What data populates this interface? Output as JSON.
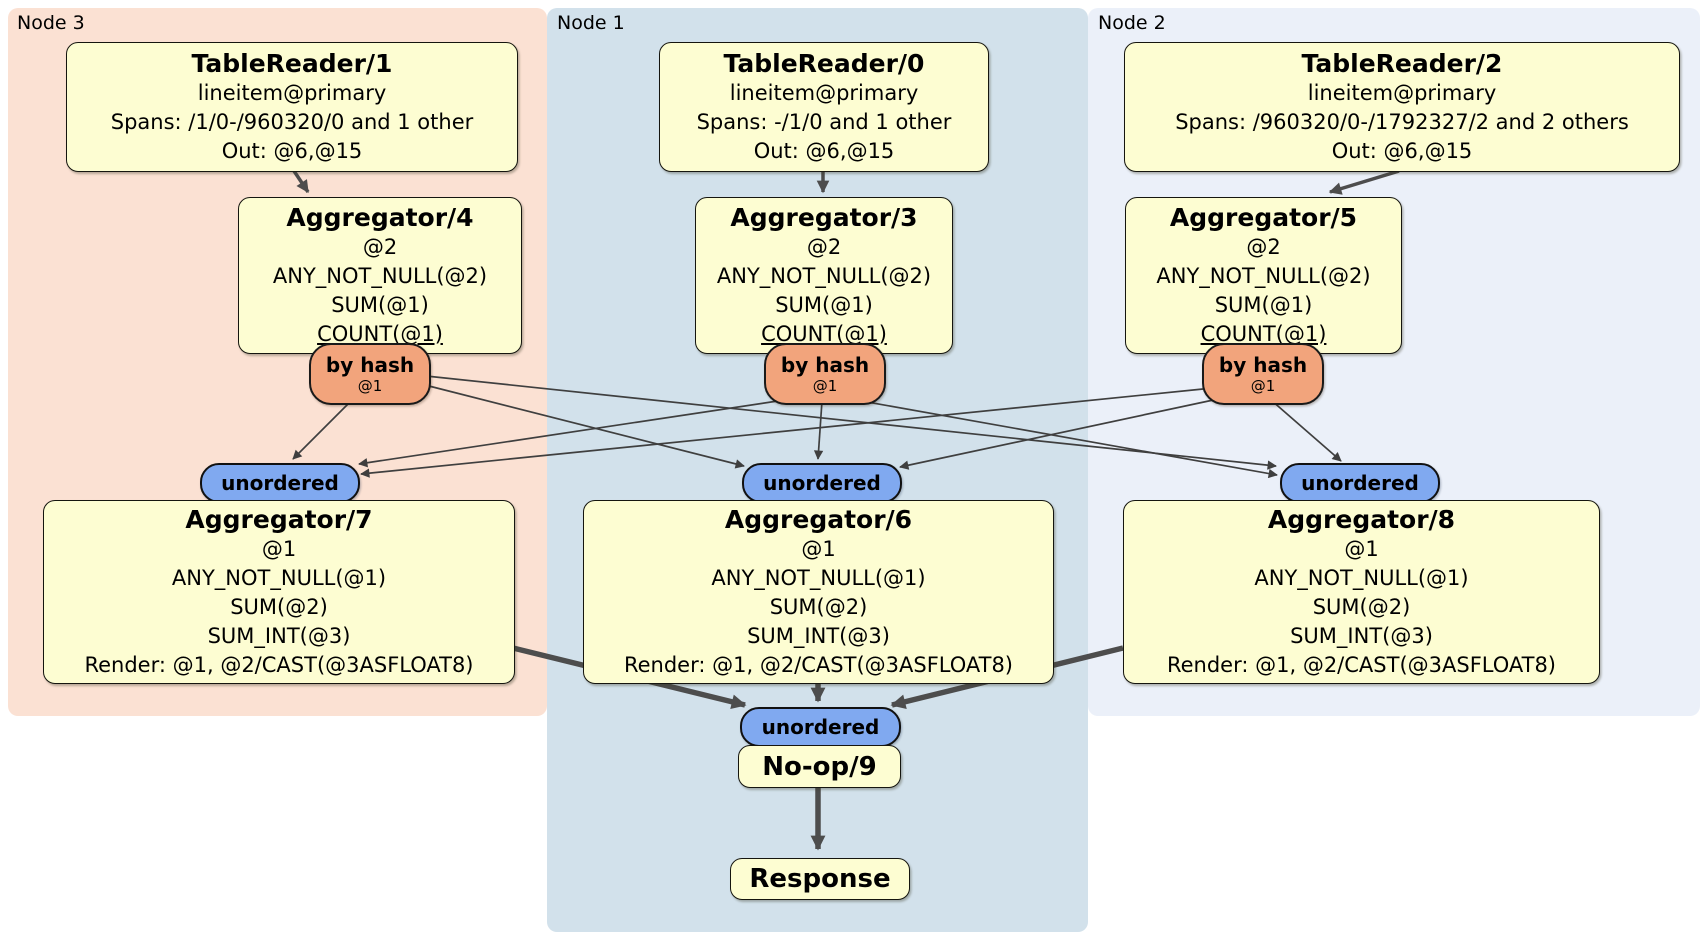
{
  "regions": {
    "node3": {
      "label": "Node 3"
    },
    "node1": {
      "label": "Node 1"
    },
    "node2": {
      "label": "Node 2"
    }
  },
  "processors": {
    "tr1": {
      "title": "TableReader/1",
      "lines": [
        "lineitem@primary",
        "Spans: /1/0-/960320/0 and 1 other",
        "Out: @6,@15"
      ]
    },
    "tr0": {
      "title": "TableReader/0",
      "lines": [
        "lineitem@primary",
        "Spans: -/1/0 and 1 other",
        "Out: @6,@15"
      ]
    },
    "tr2": {
      "title": "TableReader/2",
      "lines": [
        "lineitem@primary",
        "Spans: /960320/0-/1792327/2 and 2 others",
        "Out: @6,@15"
      ]
    },
    "agg4": {
      "title": "Aggregator/4",
      "lines": [
        "@2",
        "ANY_NOT_NULL(@2)",
        "SUM(@1)",
        "COUNT(@1)"
      ]
    },
    "agg3": {
      "title": "Aggregator/3",
      "lines": [
        "@2",
        "ANY_NOT_NULL(@2)",
        "SUM(@1)",
        "COUNT(@1)"
      ]
    },
    "agg5": {
      "title": "Aggregator/5",
      "lines": [
        "@2",
        "ANY_NOT_NULL(@2)",
        "SUM(@1)",
        "COUNT(@1)"
      ]
    },
    "agg7": {
      "title": "Aggregator/7",
      "lines": [
        "@1",
        "ANY_NOT_NULL(@1)",
        "SUM(@2)",
        "SUM_INT(@3)",
        "Render: @1, @2/CAST(@3ASFLOAT8)"
      ]
    },
    "agg6": {
      "title": "Aggregator/6",
      "lines": [
        "@1",
        "ANY_NOT_NULL(@1)",
        "SUM(@2)",
        "SUM_INT(@3)",
        "Render: @1, @2/CAST(@3ASFLOAT8)"
      ]
    },
    "agg8": {
      "title": "Aggregator/8",
      "lines": [
        "@1",
        "ANY_NOT_NULL(@1)",
        "SUM(@2)",
        "SUM_INT(@3)",
        "Render: @1, @2/CAST(@3ASFLOAT8)"
      ]
    },
    "noop": {
      "title": "No-op/9"
    },
    "response": {
      "title": "Response"
    }
  },
  "routers": {
    "byhash4": {
      "label": "by hash",
      "detail": "@1"
    },
    "byhash3": {
      "label": "by hash",
      "detail": "@1"
    },
    "byhash5": {
      "label": "by hash",
      "detail": "@1"
    }
  },
  "sync": {
    "label": "unordered"
  },
  "colors": {
    "node3_bg": "#fbe1d3",
    "node1_bg": "#d2e1eb",
    "node2_bg": "#ebf0f9",
    "processor_fill": "#fdfdd2",
    "router_fill": "#f2a47c",
    "sync_fill": "#80a9f0",
    "edge_thin": "#3f3f3f",
    "edge_thick": "#4d4d4d"
  }
}
